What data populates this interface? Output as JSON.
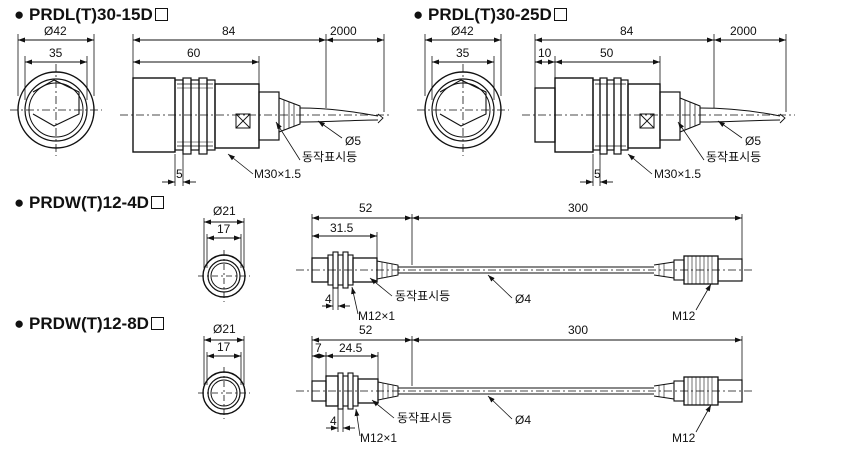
{
  "models": [
    {
      "title": "PRDL(T)30-15D",
      "dims": {
        "face_dia": "Ø42",
        "face_inner": "35",
        "total_len": "84",
        "body_len": "60",
        "cable_len": "2000",
        "cable_dia": "Ø5",
        "thread_len": "5",
        "thread": "M30×1.5",
        "led": "동작표시등"
      }
    },
    {
      "title": "PRDL(T)30-25D",
      "dims": {
        "face_dia": "Ø42",
        "face_inner": "35",
        "total_len": "84",
        "protrude": "10",
        "body_len": "50",
        "cable_len": "2000",
        "cable_dia": "Ø5",
        "thread_len": "5",
        "thread": "M30×1.5",
        "led": "동작표시등"
      }
    },
    {
      "title": "PRDW(T)12-4D",
      "dims": {
        "face_dia": "Ø21",
        "face_inner": "17",
        "total_len": "52",
        "body_len": "31.5",
        "cable_len": "300",
        "thread_len": "4",
        "led": "동작표시등",
        "thread": "M12×1",
        "cable_dia": "Ø4",
        "connector": "M12"
      }
    },
    {
      "title": "PRDW(T)12-8D",
      "dims": {
        "face_dia": "Ø21",
        "face_inner": "17",
        "total_len": "52",
        "protrude": "7",
        "body_len": "24.5",
        "cable_len": "300",
        "thread_len": "4",
        "led": "동작표시등",
        "thread": "M12×1",
        "cable_dia": "Ø4",
        "connector": "M12"
      }
    }
  ]
}
